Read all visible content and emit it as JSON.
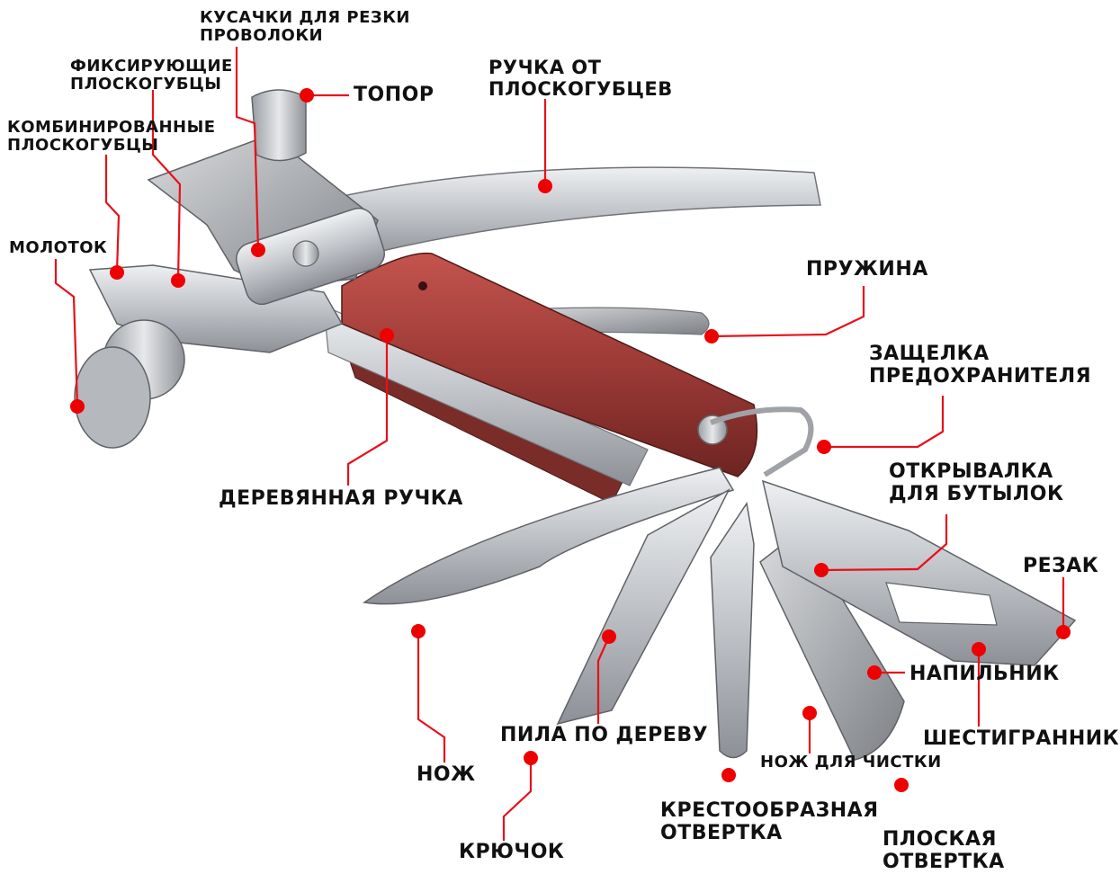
{
  "colors": {
    "marker": "#ef0000",
    "leader": "#e8101a",
    "text": "#111111",
    "wood": "#9c3a36",
    "steel": "#c9cbcf"
  },
  "labels": {
    "wire_cutters": "КУСАЧКИ ДЛЯ РЕЗКИ ПРОВОЛОКИ",
    "locking_pliers": "ФИКСИРУЮЩИЕ ПЛОСКОГУБЦЫ",
    "combination_pliers": "КОМБИНИРОВАННЫЕ ПЛОСКОГУБЦЫ",
    "hammer": "МОЛОТОК",
    "axe": "ТОПОР",
    "pliers_handle": "РУЧКА ОТ ПЛОСКОГУБЦЕВ",
    "spring": "ПРУЖИНА",
    "safety_latch": "ЗАЩЕЛКА ПРЕДОХРАНИТЕЛЯ",
    "wooden_handle": "ДЕРЕВЯННАЯ РУЧКА",
    "bottle_opener": "ОТКРЫВАЛКА ДЛЯ БУТЫЛОК",
    "cutter": "РЕЗАК",
    "file": "НАПИЛЬНИК",
    "hex": "ШЕСТИГРАННИК",
    "knife": "НОЖ",
    "wood_saw": "ПИЛА ПО ДЕРЕВУ",
    "peeling_knife": "НОЖ ДЛЯ ЧИСТКИ",
    "phillips_screwdriver": "КРЕСТООБРАЗНАЯ ОТВЕРТКА",
    "hook": "КРЮЧОК",
    "flat_screwdriver": "ПЛОСКАЯ ОТВЕРТКА"
  }
}
